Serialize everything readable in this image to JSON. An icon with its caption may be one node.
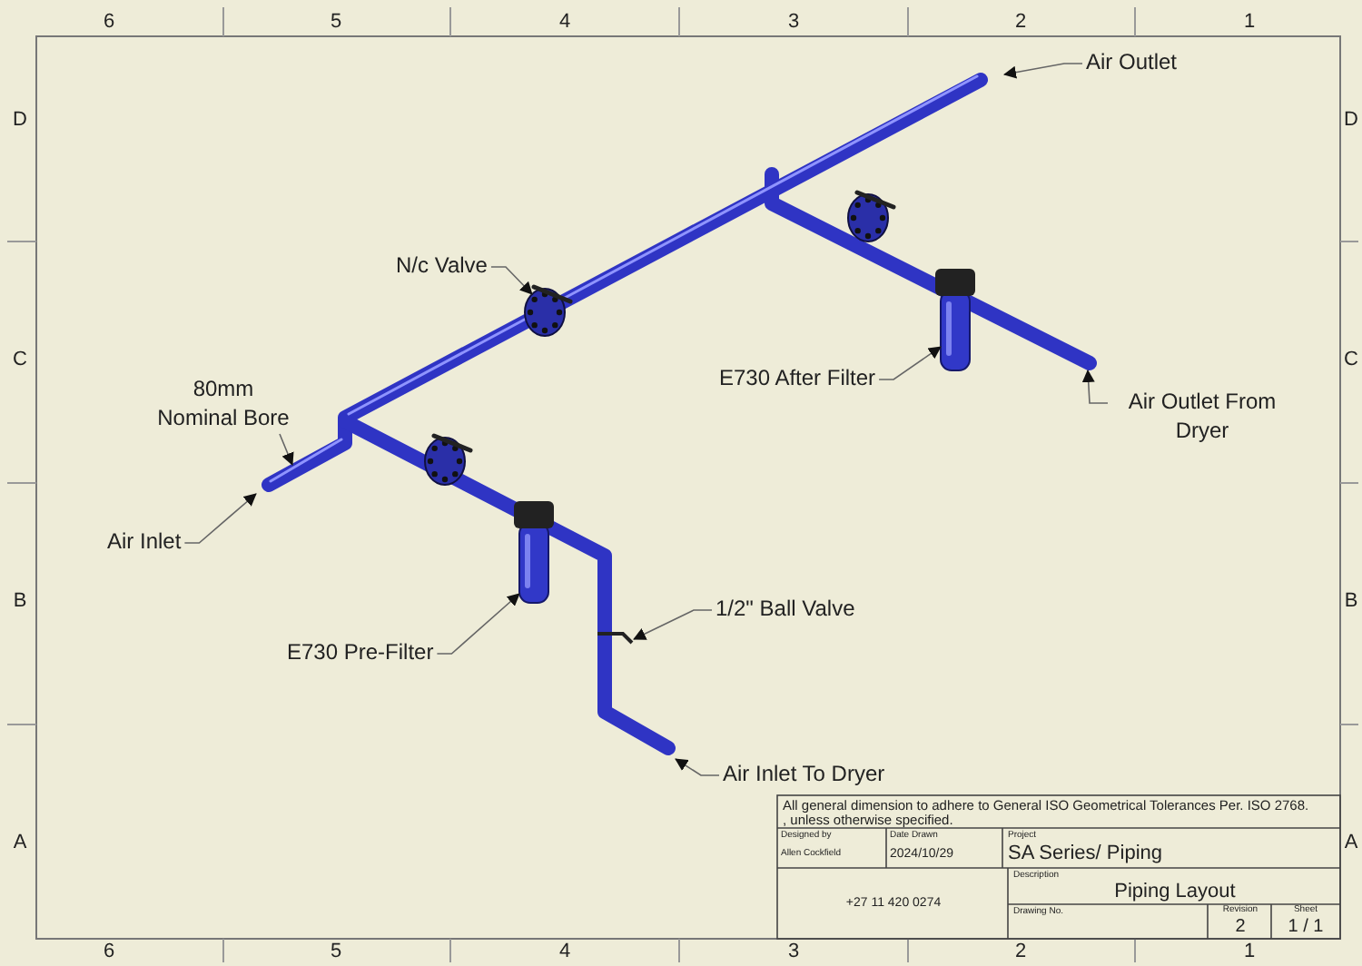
{
  "diagram": {
    "nodes": [
      {
        "text": [
          "Air Outlet"
        ]
      },
      {
        "text": [
          "N/c Valve"
        ]
      },
      {
        "text": [
          "80mm Nominal Bore"
        ]
      },
      {
        "text": [
          "E730 After Filter"
        ]
      },
      {
        "text": [
          "Air Outlet From Dryer"
        ]
      },
      {
        "text": [
          "Air Inlet"
        ]
      },
      {
        "text": [
          "1/2\" Ball Valve"
        ]
      },
      {
        "text": [
          "E730 Pre-Filter"
        ]
      },
      {
        "text": [
          "Air Inlet To Dryer"
        ]
      },
      {
        "text": [],
        "shape": "cylinder"
      },
      {
        "text": [],
        "shape": "picture"
      },
      {
        "text": [],
        "shape": "picture"
      },
      {
        "text": [],
        "shape": "cylinder"
      }
    ],
    "edges": [
      {
        "from": 0,
        "to": null,
        "arrow": "to"
      },
      {
        "from": 1,
        "to": 10,
        "arrow": "to"
      },
      {
        "from": 2,
        "to": null,
        "arrow": "to"
      },
      {
        "from": 3,
        "to": 12,
        "arrow": "to"
      },
      {
        "from": 4,
        "to": null,
        "arrow": "to"
      },
      {
        "from": 5,
        "to": null,
        "arrow": "to"
      },
      {
        "from": 6,
        "to": 11,
        "arrow": "to"
      },
      {
        "from": 7,
        "to": 9,
        "arrow": "to"
      },
      {
        "from": 8,
        "to": null,
        "arrow": "to"
      }
    ],
    "labels": [
      "6",
      "5",
      "4",
      "3",
      "2",
      "1",
      "D",
      "C",
      "B",
      "A",
      "D",
      "C",
      "B",
      "A",
      "6",
      "5",
      "4",
      "3",
      "2",
      "1",
      "All general dimension to adhere to General ISO Geometrical Tolerances Per. ISO 2768.",
      ", unless otherwise specified.",
      "Designed by",
      "Allen Cockfield",
      "Date Drawn",
      "2024/10/29",
      "Project",
      "SA Series/ Piping",
      "+27 11 420 0274",
      "Description",
      "Piping Layout",
      "Drawing No.",
      "Revision",
      "2",
      "Sheet",
      "1 / 1"
    ]
  }
}
